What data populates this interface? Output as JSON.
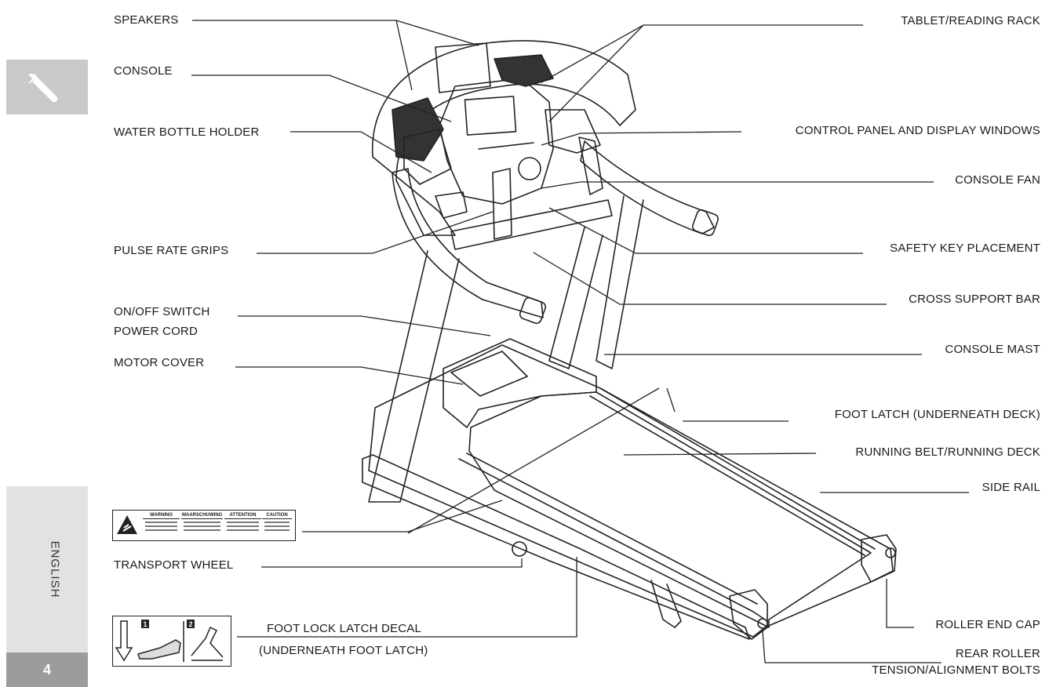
{
  "sidebar": {
    "language": "ENGLISH",
    "page_number": "4",
    "tool_icon": "wrench-icon"
  },
  "labels": {
    "speakers": "SPEAKERS",
    "console": "CONSOLE",
    "water_bottle_holder": "WATER BOTTLE HOLDER",
    "pulse_rate_grips": "PULSE RATE GRIPS",
    "on_off_switch": "ON/OFF SWITCH",
    "power_cord": "POWER CORD",
    "motor_cover": "MOTOR COVER",
    "transport_wheel": "TRANSPORT WHEEL",
    "foot_lock_latch_decal": "FOOT LOCK LATCH DECAL",
    "underneath_foot_latch": "(UNDERNEATH FOOT LATCH)",
    "tablet_reading_rack": "TABLET/READING RACK",
    "control_panel": "CONTROL PANEL AND DISPLAY WINDOWS",
    "console_fan": "CONSOLE FAN",
    "safety_key": "SAFETY KEY PLACEMENT",
    "cross_support_bar": "CROSS SUPPORT BAR",
    "console_mast": "CONSOLE MAST",
    "foot_latch": "FOOT LATCH (UNDERNEATH DECK)",
    "running_belt": "RUNNING BELT/RUNNING DECK",
    "side_rail": "SIDE RAIL",
    "roller_end_cap": "ROLLER END CAP",
    "rear_roller": "REAR ROLLER",
    "tension_bolts": "TENSION/ALIGNMENT BOLTS"
  },
  "warning_decal": {
    "columns": [
      "WARNING",
      "WAARSCHUWING",
      "ATTENTION",
      "CAUTION"
    ]
  },
  "foot_decal": {
    "steps": [
      "1",
      "2"
    ]
  }
}
